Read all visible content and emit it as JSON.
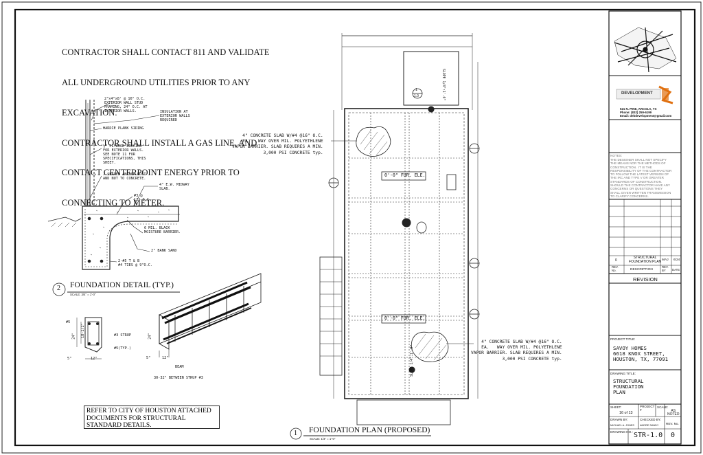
{
  "general_notes": {
    "lines": [
      "CONTRACTOR SHALL CONTACT 811 AND VALIDATE",
      "ALL UNDERGROUND UTILITIES PRIOR TO ANY",
      "EXCAVATION.",
      "CONTRACTOR SHALL INSTALL A GAS LINE, AND",
      "CONTACT CENTERPOINT ENERGY PRIOR TO",
      "CONNECTING TO METER."
    ]
  },
  "foundation_detail": {
    "number": "2",
    "title": "FOUNDATION DETAIL (TYP.)",
    "scale": "SCALE: 3/4\" = 1'-0\"",
    "callouts": {
      "stud": "2\"x4\"x8' @ 16\" O.C.\nEXTERIOR WALL STUD\nFRAMING, 24\" O.C. AT\nINTERIOR WALLS.",
      "insulation": "INSULATION AT\nEXTERIOR WALLS\nREQUIRED",
      "siding": "HARDIE PLANK SIDING",
      "plywood": "½\" PLYWOOD BRACING\nFOR EXTERIOR WALLS.\nSEE NOTE 11 FOR\nSPECIFICATIONS, THIS\nSHEET.",
      "anchor": "J-SHAPED ANCHOR BOLT\nAND NUT TO CONCRETE.",
      "midway": "4\" E.W. MIDWAY\nSLAB.",
      "rebar": "#3 @\n12\" O.C.",
      "barrier": "6 MIL. BLACK\nMOISTURE BARRIER.",
      "sand": "2\" BANK SAND",
      "ties": "2-#5 T & B\n#4 TIES @ 9\"O.C."
    }
  },
  "beam_detail": {
    "label_5": "#5",
    "dim_24": "24\"",
    "dim_18": "18-1/2\"",
    "strup": "#3 STRUP",
    "typ": "#5(TYP.)",
    "dim_5": "5\"",
    "dim_12": "12\"",
    "dim_24b": "24\"",
    "dim_5b": "5\"",
    "dim_12b": "12\"",
    "beam": "BEAM",
    "spacing": "30-32\" BETWEEN STRUP #3"
  },
  "reference_note": "REFER TO CITY OF HOUSTON ATTACHED DOCUMENTS FOR STRUCTURAL STANDARD DETAILS.",
  "plan": {
    "number": "1",
    "title": "FOUNDATION PLAN (PROPOSED)",
    "scale": "SCALE: 1/4\" = 1'-0\"",
    "slab_note_top": "4\" CONCRETE SLAB W/#4 @16\" O.C.\nEA.   WAY OVER MIL. POLYETHLENE\nVAPOR BARRIER. SLAB REQUIRES A MIN.\n3,000 PSI CONCRETE typ.",
    "slab_note_bottom": "4\" CONCRETE SLAB W/#4 @16\" O.C.\nEA.   WAY OVER MIL. POLYETHLENE\nVAPOR BARRIER. SLAB REQUIRES A MIN.\n3,000 PSI CONCRETE typ.",
    "fur_ele_top": "0'-0\" FUR. ELE.",
    "fur_ele_bottom": "0'-0\" FUR. ELE.",
    "section_tag_num": "1",
    "section_tag_sheet": "1.0",
    "slope_top": "SLOPE 1/4\":1'-0\"",
    "slope_bottom": "SLOPE 1/4\":1'-0\""
  },
  "title_block": {
    "company_name": "DEVELOPMENT",
    "company_address": "521 N. PINE, ARCOLA, TX\nPhone: (832) 259-6199\nEmail: debdevelopment@gmail.com",
    "notes_label": "NOTES:",
    "notes_text": "THE DESIGNER SHALL NOT SPECIFY\nTHE MEANS NOR THE METHODS OF\nCONSTRUCTION.  IT IS THE\nRESPONSIBILITY OF THE CONTRACTOR\nTO FOLLOW THE LATEST VERSION OF\nTHE IRC AND TYPE V OR GREATER\nSTANDARDS OF CONSTRUCTION.\nSHOULD THE CONTRACTOR HAVE ANY\nCONCERNS OR QUESTIONS THEY\nSHALL GIVEN WRITTEN TRANSMISSION\nTO CLARIFY CONCERNS.",
    "rev_row": {
      "no": "0",
      "description": "STRUCTURAL\nFOUNDATION PLAN",
      "by": "MAJ",
      "date": "6/24"
    },
    "rev_headers": {
      "no": "REV.\nNo.",
      "description": "DESCRIPTION",
      "by": "REV.\nBY",
      "date": "DATE"
    },
    "revision_label": "REVISION",
    "project_title_label": "PROJECT TITLE:",
    "project_title": "SAVOY HOMES\n6618 KNOX STREET,\nHOUSTON, TX, 77091",
    "drawing_title_label": "DRAWING TITLE:",
    "drawing_title": "STRUCTURAL\nFOUNDATION\nPLAN",
    "sheet_label": "SHEET:",
    "sheet_value": "16 of 13",
    "project_label": "PROJECT\n#",
    "scale_label": "SCALE:",
    "scale_value": "AS\nNOTED",
    "drawn_by_label": "DRAWN BY:",
    "drawn_by": "MICHAEL A. JONES",
    "checked_by_label": "CHECKED BY:",
    "checked_by": "ANDRE SANDY",
    "drawing_no_label": "DRAWING NO.:",
    "drawing_no": "STR-1.0",
    "rev_no_label": "REV. No.",
    "rev_no": "0"
  }
}
